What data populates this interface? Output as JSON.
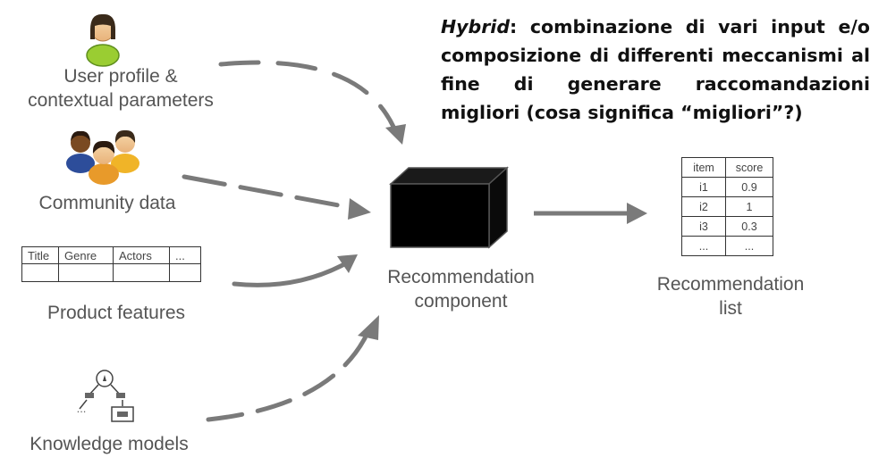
{
  "heading": {
    "term": "Hybrid",
    "text": ": combinazione di vari input e/o composizione di differenti meccanismi al fine di generare raccomandazioni migliori (cosa significa “migliori”?)"
  },
  "inputs": {
    "user_profile": {
      "line1": "User profile &",
      "line2": "contextual parameters"
    },
    "community": {
      "label": "Community data"
    },
    "product": {
      "label": "Product features",
      "columns": [
        "Title",
        "Genre",
        "Actors",
        "..."
      ]
    },
    "knowledge": {
      "label": "Knowledge models",
      "ellipsis": "..."
    }
  },
  "component": {
    "line1": "Recommendation",
    "line2": "component"
  },
  "output": {
    "line1": "Recommendation",
    "line2": "list",
    "headers": [
      "item",
      "score"
    ],
    "rows": [
      [
        "i1",
        "0.9"
      ],
      [
        "i2",
        "1"
      ],
      [
        "i3",
        "0.3"
      ],
      [
        "...",
        "..."
      ]
    ]
  },
  "colors": {
    "arrow": "#7a7a7a",
    "text": "#555555",
    "box": "#000000"
  }
}
